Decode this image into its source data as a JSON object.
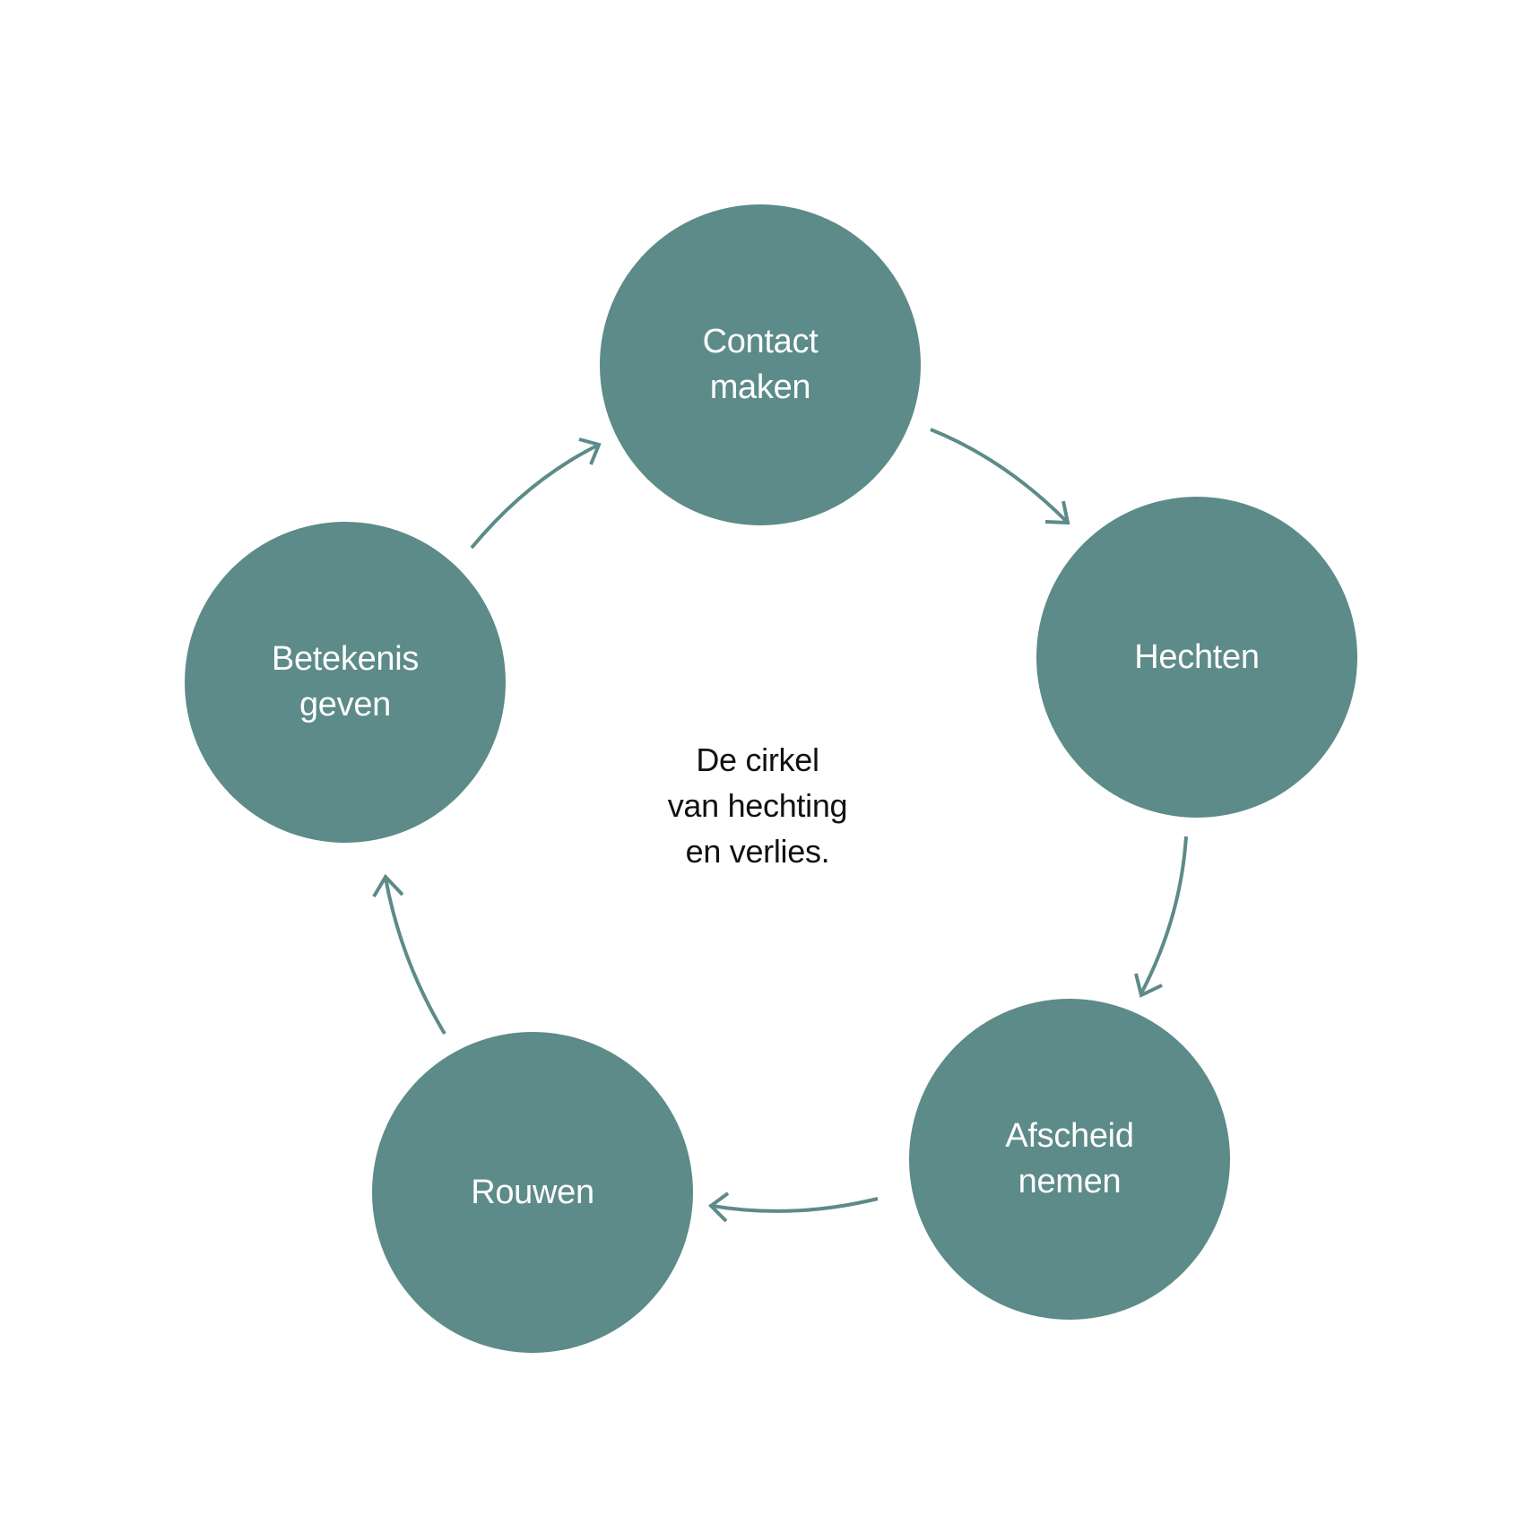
{
  "colors": {
    "node_fill": "#5c8b89",
    "node_text": "#ffffff",
    "arrow": "#5c8b89",
    "center_text": "#111111",
    "background": "#ffffff"
  },
  "center_title": {
    "line1": "De cirkel",
    "line2": "van hechting",
    "line3": "en verlies."
  },
  "nodes": [
    {
      "line1": "Contact",
      "line2": "maken"
    },
    {
      "line1": "Hechten",
      "line2": ""
    },
    {
      "line1": "Afscheid",
      "line2": "nemen"
    },
    {
      "line1": "Rouwen",
      "line2": ""
    },
    {
      "line1": "Betekenis",
      "line2": "geven"
    }
  ],
  "flow": [
    {
      "from": "Contact maken",
      "to": "Hechten"
    },
    {
      "from": "Hechten",
      "to": "Afscheid nemen"
    },
    {
      "from": "Afscheid nemen",
      "to": "Rouwen"
    },
    {
      "from": "Rouwen",
      "to": "Betekenis geven"
    },
    {
      "from": "Betekenis geven",
      "to": "Contact maken"
    }
  ]
}
